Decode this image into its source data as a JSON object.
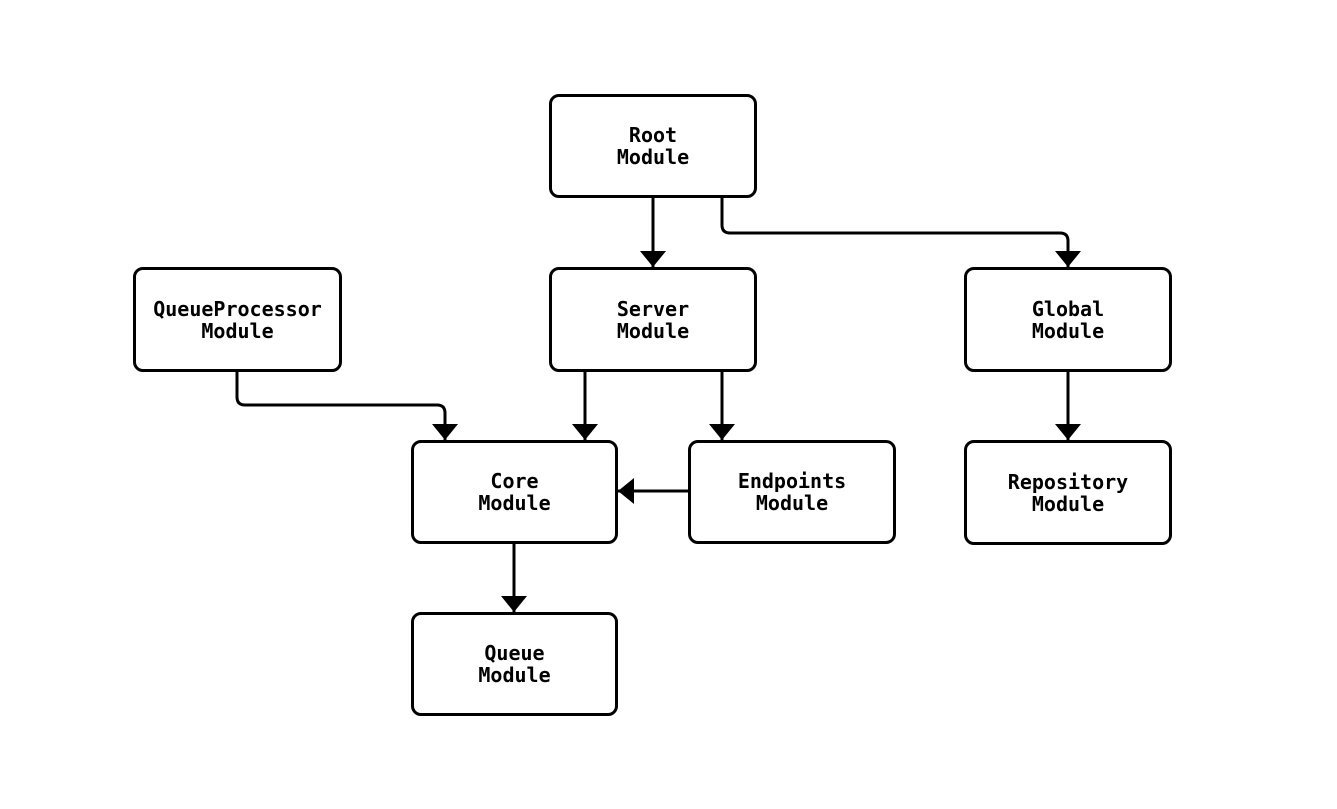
{
  "diagram": {
    "nodes": {
      "root": {
        "line1": "Root",
        "line2": "Module"
      },
      "queue_processor": {
        "line1": "QueueProcessor",
        "line2": "Module"
      },
      "server": {
        "line1": "Server",
        "line2": "Module"
      },
      "global": {
        "line1": "Global",
        "line2": "Module"
      },
      "core": {
        "line1": "Core",
        "line2": "Module"
      },
      "endpoints": {
        "line1": "Endpoints",
        "line2": "Module"
      },
      "repository": {
        "line1": "Repository",
        "line2": "Module"
      },
      "queue": {
        "line1": "Queue",
        "line2": "Module"
      }
    },
    "edges": [
      {
        "from": "root",
        "to": "server"
      },
      {
        "from": "root",
        "to": "global"
      },
      {
        "from": "queue_processor",
        "to": "core"
      },
      {
        "from": "server",
        "to": "core"
      },
      {
        "from": "server",
        "to": "endpoints"
      },
      {
        "from": "endpoints",
        "to": "core"
      },
      {
        "from": "global",
        "to": "repository"
      },
      {
        "from": "core",
        "to": "queue"
      }
    ],
    "colors": {
      "stroke": "#000000",
      "node_fill": "#ffffff",
      "text": "#000000",
      "background": "#ffffff"
    }
  }
}
